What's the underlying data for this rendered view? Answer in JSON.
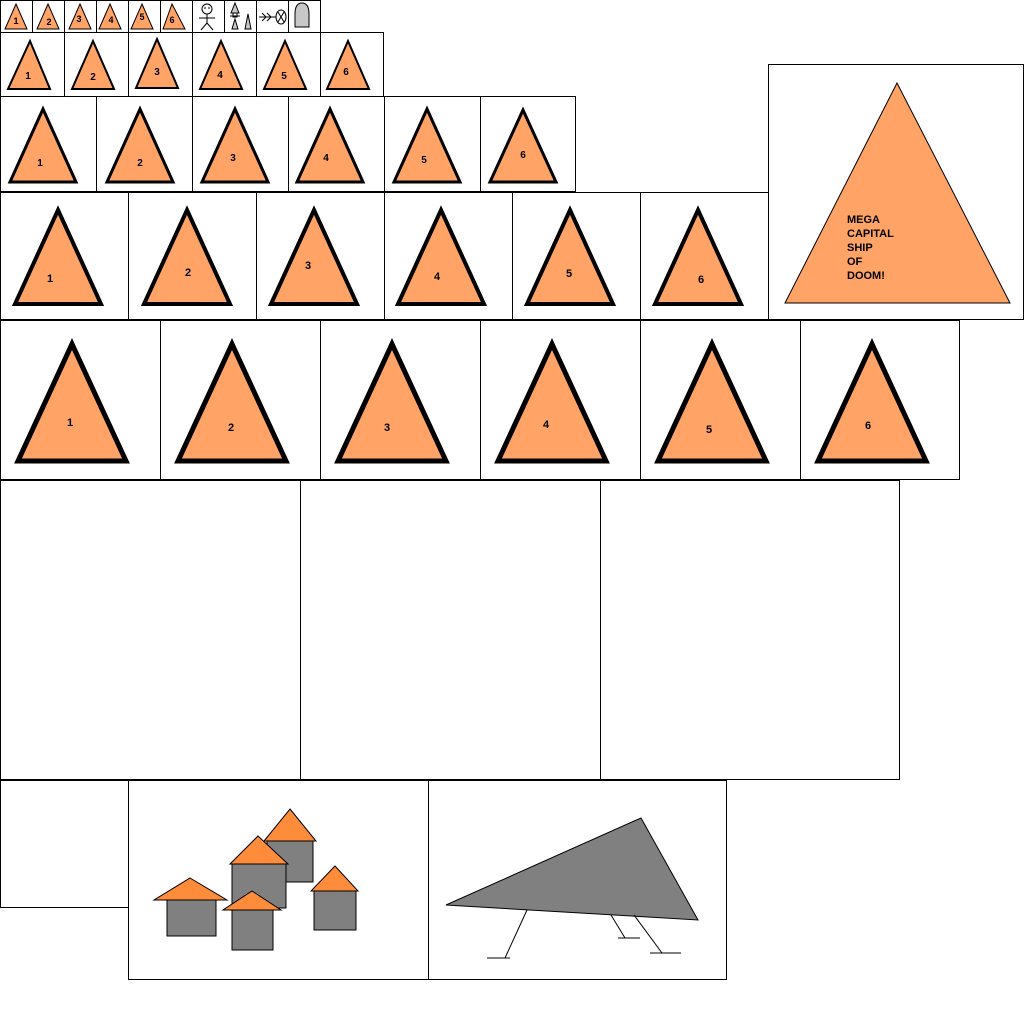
{
  "sprite_sheet": {
    "colors": {
      "ship_fill": "#ffa366",
      "ship_outline": "#000000",
      "cell_border": "#000000",
      "roof": "#ff8c3a",
      "wall": "#808080",
      "icon_grey": "#c8c8c8",
      "background": "#ffffff"
    },
    "ship_numbers": [
      "1",
      "2",
      "3",
      "4",
      "5",
      "6"
    ],
    "mega_ship": {
      "lines": [
        "MEGA",
        "CAPITAL",
        "SHIP",
        "OF",
        "DOOM!"
      ]
    },
    "tiny_icons": [
      "stick-figure-icon",
      "rockets-icon",
      "fishbone-icon",
      "tombstone-icon"
    ],
    "extra_tiles": [
      "empty-tile",
      "village-tile",
      "walker-ship-tile"
    ]
  }
}
